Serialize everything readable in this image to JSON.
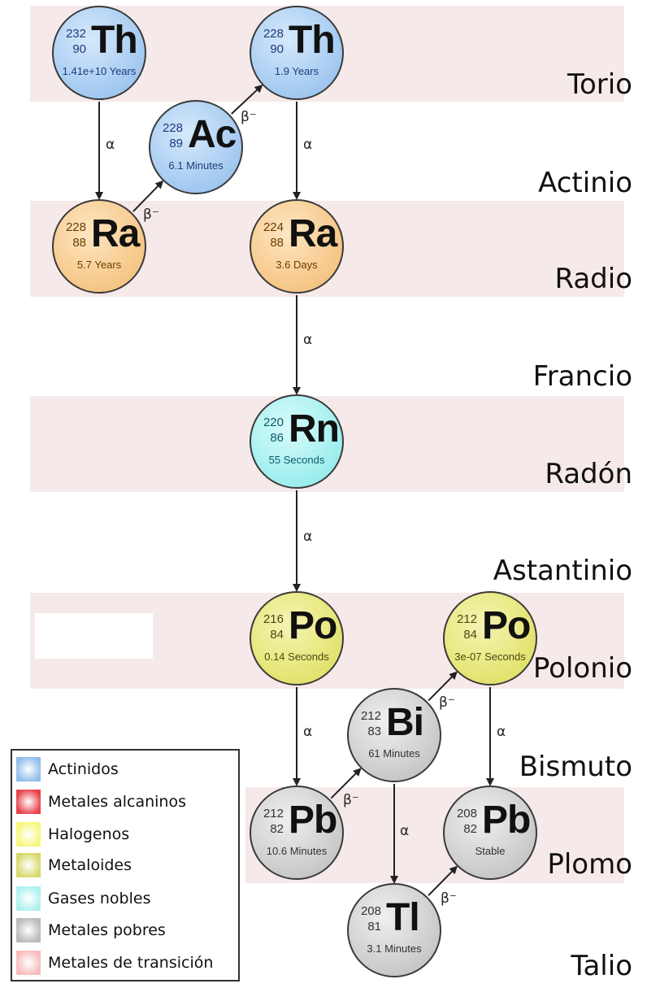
{
  "rows": [
    {
      "id": "torio",
      "label": "Torio",
      "band": true
    },
    {
      "id": "actinio",
      "label": "Actinio",
      "band": false
    },
    {
      "id": "radio",
      "label": "Radio",
      "band": true
    },
    {
      "id": "francio",
      "label": "Francio",
      "band": false
    },
    {
      "id": "radon",
      "label": "Radón",
      "band": true
    },
    {
      "id": "astantinio",
      "label": "Astantinio",
      "band": false
    },
    {
      "id": "polonio",
      "label": "Polonio",
      "band": true
    },
    {
      "id": "bismuto",
      "label": "Bismuto",
      "band": false
    },
    {
      "id": "plomo",
      "label": "Plomo",
      "band": true
    },
    {
      "id": "talio",
      "label": "Talio",
      "band": false
    }
  ],
  "nuclides": [
    {
      "id": "th232",
      "mass": "232",
      "number": "90",
      "symbol": "Th",
      "half_life": "1.41e+10 Years",
      "category": "actinidos"
    },
    {
      "id": "th228",
      "mass": "228",
      "number": "90",
      "symbol": "Th",
      "half_life": "1.9 Years",
      "category": "actinidos"
    },
    {
      "id": "ac228",
      "mass": "228",
      "number": "89",
      "symbol": "Ac",
      "half_life": "6.1 Minutes",
      "category": "actinidos"
    },
    {
      "id": "ra228",
      "mass": "228",
      "number": "88",
      "symbol": "Ra",
      "half_life": "5.7 Years",
      "category": "radio"
    },
    {
      "id": "ra224",
      "mass": "224",
      "number": "88",
      "symbol": "Ra",
      "half_life": "3.6 Days",
      "category": "radio"
    },
    {
      "id": "rn220",
      "mass": "220",
      "number": "86",
      "symbol": "Rn",
      "half_life": "55 Seconds",
      "category": "gases_nobles"
    },
    {
      "id": "po216",
      "mass": "216",
      "number": "84",
      "symbol": "Po",
      "half_life": "0.14 Seconds",
      "category": "metaloides"
    },
    {
      "id": "po212",
      "mass": "212",
      "number": "84",
      "symbol": "Po",
      "half_life": "3e-07 Seconds",
      "category": "metaloides"
    },
    {
      "id": "bi212",
      "mass": "212",
      "number": "83",
      "symbol": "Bi",
      "half_life": "61 Minutes",
      "category": "metales_pobres"
    },
    {
      "id": "pb212",
      "mass": "212",
      "number": "82",
      "symbol": "Pb",
      "half_life": "10.6 Minutes",
      "category": "metales_pobres"
    },
    {
      "id": "pb208",
      "mass": "208",
      "number": "82",
      "symbol": "Pb",
      "half_life": "Stable",
      "category": "metales_pobres"
    },
    {
      "id": "tl208",
      "mass": "208",
      "number": "81",
      "symbol": "Tl",
      "half_life": "3.1 Minutes",
      "category": "metales_pobres"
    }
  ],
  "decays": [
    {
      "from": "th232",
      "to": "ra228",
      "type": "α"
    },
    {
      "from": "ra228",
      "to": "ac228",
      "type": "β⁻"
    },
    {
      "from": "ac228",
      "to": "th228",
      "type": "β⁻"
    },
    {
      "from": "th228",
      "to": "ra224",
      "type": "α"
    },
    {
      "from": "ra224",
      "to": "rn220",
      "type": "α"
    },
    {
      "from": "rn220",
      "to": "po216",
      "type": "α"
    },
    {
      "from": "po216",
      "to": "pb212",
      "type": "α"
    },
    {
      "from": "pb212",
      "to": "bi212",
      "type": "β⁻"
    },
    {
      "from": "bi212",
      "to": "po212",
      "type": "β⁻"
    },
    {
      "from": "bi212",
      "to": "tl208",
      "type": "α"
    },
    {
      "from": "po212",
      "to": "pb208",
      "type": "α"
    },
    {
      "from": "tl208",
      "to": "pb208",
      "type": "β⁻"
    }
  ],
  "legend": [
    {
      "label": "Actinidos",
      "color": "#8fbdea"
    },
    {
      "label": "Metales alcaninos",
      "color": "#e8424a"
    },
    {
      "label": "Halogenos",
      "color": "#f7f77a"
    },
    {
      "label": "Metaloides",
      "color": "#d8d86a"
    },
    {
      "label": "Gases nobles",
      "color": "#aef0f0"
    },
    {
      "label": "Metales pobres",
      "color": "#b9b9b9"
    },
    {
      "label": "Metales de transición",
      "color": "#f6bcbc"
    }
  ],
  "colors": {
    "band": "#f6e9e9",
    "arrow": "#222222"
  }
}
